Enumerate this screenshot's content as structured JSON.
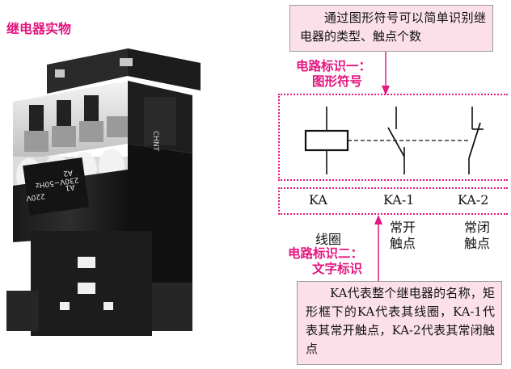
{
  "photo_title": "继电器实物",
  "relay_labels": {
    "voltage": "220V",
    "freq": "230V~50Hz",
    "a1": "A1",
    "a2": "A2",
    "brand": "CHNT"
  },
  "callout_top": "通过图形符号可以简单识别继电器的类型、触点个数",
  "label_symbol": {
    "line1": "电路标识一：",
    "line2": "图形符号"
  },
  "label_text": {
    "line1": "电路标识二：",
    "line2": "文字标识"
  },
  "codes": {
    "coil": "KA",
    "no": "KA-1",
    "nc": "KA-2"
  },
  "names": {
    "coil": "线圈",
    "no_line1": "常开",
    "no_line2": "触点",
    "nc_line1": "常闭",
    "nc_line2": "触点"
  },
  "callout_bottom": "KA代表整个继电器的名称，矩形框下的KA代表其线圈，KA-1代表其常开触点，KA-2代表其常闭触点",
  "colors": {
    "accent": "#e4167f",
    "callout_bg": "#fbe0ea"
  }
}
